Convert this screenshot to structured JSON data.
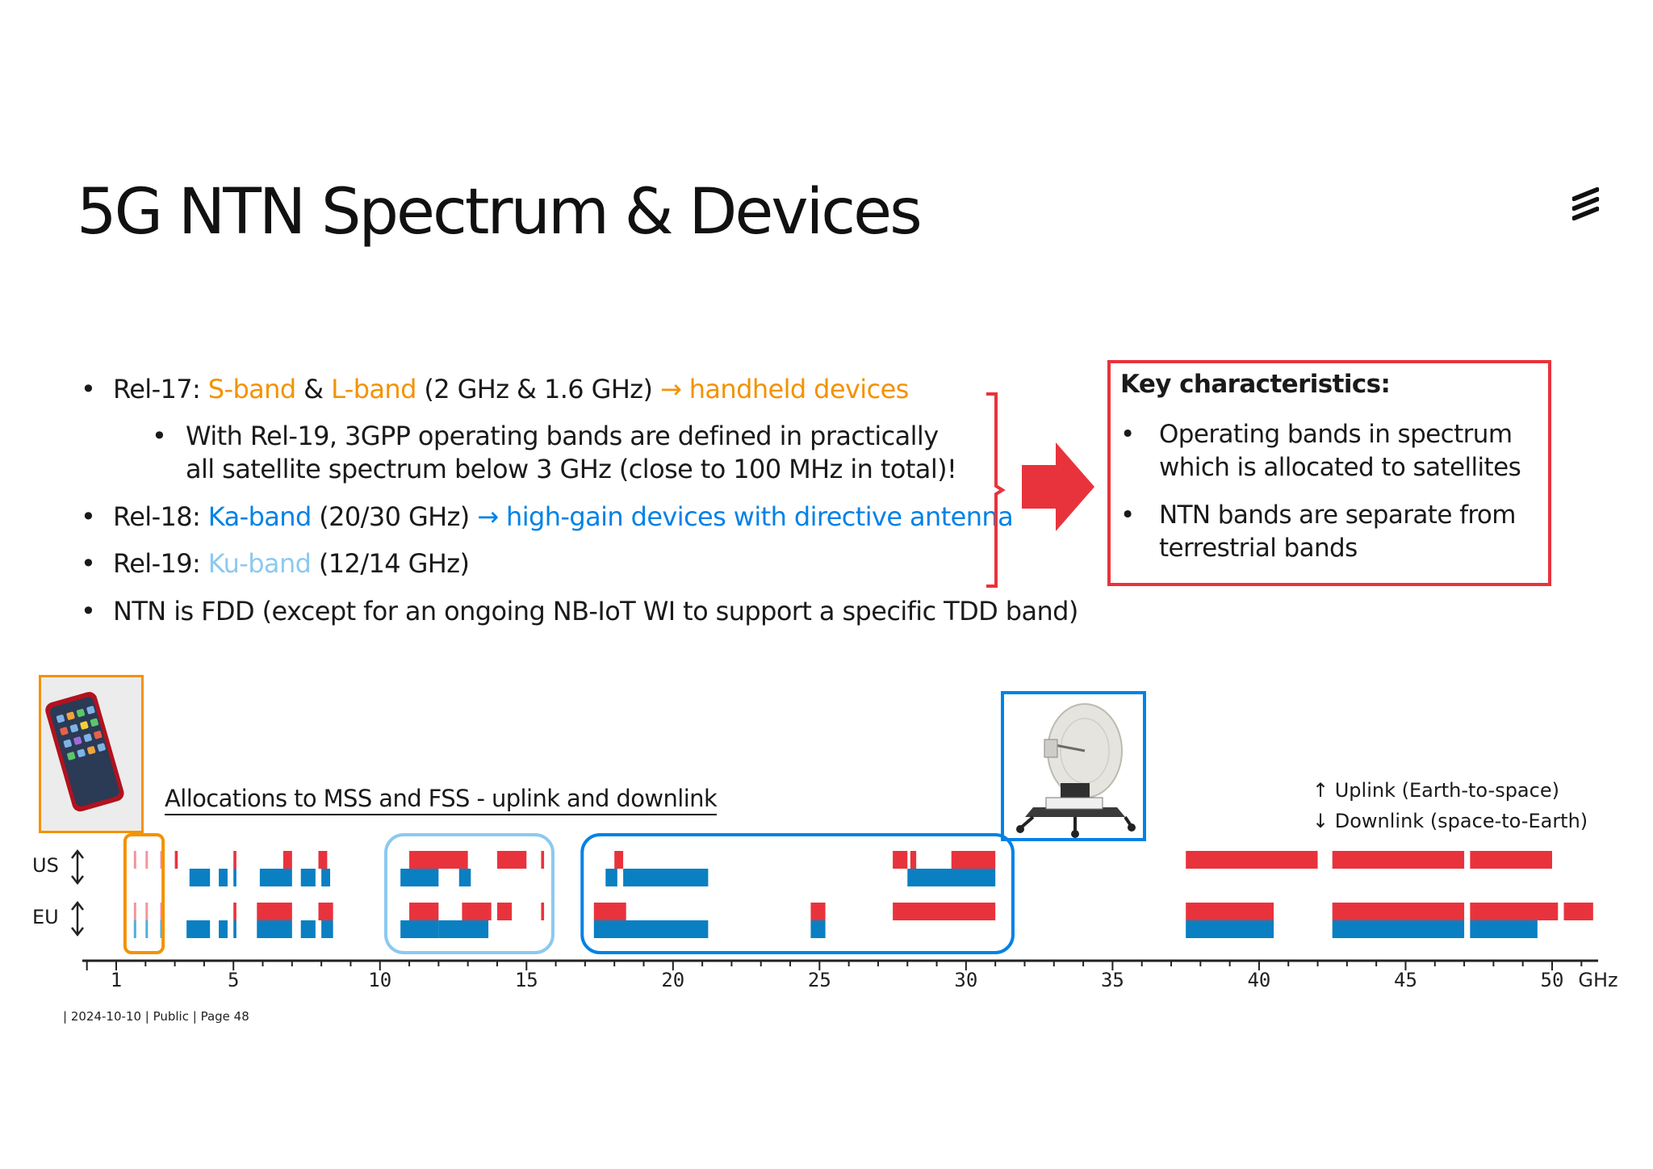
{
  "slide": {
    "title": "5G NTN Spectrum & Devices",
    "footer": "| 2024-10-10 | Public | Page 48"
  },
  "bullets": {
    "b1": {
      "prefix": "Rel-17: ",
      "sband": "S-band",
      "amp": " & ",
      "lband": "L-band",
      "freq": " (2 GHz & 1.6 GHz) ",
      "arrow": "→",
      "devices": " handheld devices"
    },
    "b1_sub_line1": "With Rel-19, 3GPP operating bands are defined in practically",
    "b1_sub_line2": "all satellite spectrum below 3 GHz (close to 100 MHz in total)!",
    "b2": {
      "prefix": "Rel-18: ",
      "band": "Ka-band",
      "freq": " (20/30 GHz) ",
      "arrow": "→",
      "devices": " high-gain devices with directive antenna"
    },
    "b3": {
      "prefix": "Rel-19: ",
      "band": "Ku-band",
      "freq": " (12/14 GHz)"
    },
    "b4": "NTN is FDD (except for an ongoing NB-IoT WI to support a specific TDD band)",
    "bullet_char": "•"
  },
  "key_characteristics": {
    "title": "Key characteristics:",
    "items": [
      {
        "line1": "Operating bands in spectrum",
        "line2": "which is allocated to satellites"
      },
      {
        "line1": "NTN bands are separate from",
        "line2": "terrestrial bands"
      }
    ]
  },
  "allocations": {
    "title": "Allocations to MSS and FSS - uplink and downlink",
    "legend": {
      "uplink": "↑ Uplink (Earth-to-space)",
      "downlink": "↓ Downlink (space-to-Earth)"
    },
    "rows": {
      "us": "US",
      "eu": "EU"
    },
    "axis_unit": "GHz",
    "ticks": [
      "1",
      "5",
      "10",
      "15",
      "20",
      "25",
      "30",
      "35",
      "40",
      "45",
      "50"
    ],
    "colors": {
      "uplink": "#e8333c",
      "downlink": "#0a7fc2",
      "handheld_box": "#f39200",
      "ku_box": "#8cc9f0",
      "ka_box": "#0082e6"
    }
  },
  "chart_data": {
    "type": "bar",
    "title": "Allocations to MSS and FSS - uplink and downlink",
    "xlabel": "GHz",
    "xlim": [
      0,
      51.5
    ],
    "xticks": [
      1,
      5,
      10,
      15,
      20,
      25,
      30,
      35,
      40,
      45,
      50
    ],
    "series": [
      {
        "name": "US",
        "direction": "uplink",
        "bands": [
          [
            1.6,
            1.65
          ],
          [
            2.0,
            2.05
          ],
          [
            2.5,
            2.55
          ],
          [
            3.0,
            3.1
          ],
          [
            5.0,
            5.1
          ],
          [
            6.7,
            7.0
          ],
          [
            7.9,
            8.2
          ],
          [
            11.0,
            13.0
          ],
          [
            14.0,
            15.0
          ],
          [
            15.5,
            15.6
          ],
          [
            18.0,
            18.3
          ],
          [
            27.5,
            28.0
          ],
          [
            28.1,
            28.3
          ],
          [
            29.5,
            31.0
          ],
          [
            37.5,
            42.0
          ],
          [
            42.5,
            47.0
          ],
          [
            47.2,
            50.0
          ]
        ]
      },
      {
        "name": "US",
        "direction": "downlink",
        "bands": [
          [
            3.5,
            4.2
          ],
          [
            4.5,
            4.8
          ],
          [
            5.0,
            5.1
          ],
          [
            5.9,
            7.0
          ],
          [
            7.3,
            7.8
          ],
          [
            8.0,
            8.3
          ],
          [
            10.7,
            12.0
          ],
          [
            12.7,
            13.1
          ],
          [
            17.7,
            18.1
          ],
          [
            18.3,
            21.2
          ],
          [
            28.0,
            31.0
          ]
        ]
      },
      {
        "name": "EU",
        "direction": "uplink",
        "bands": [
          [
            1.6,
            1.65
          ],
          [
            2.0,
            2.05
          ],
          [
            2.5,
            2.55
          ],
          [
            5.0,
            5.1
          ],
          [
            5.8,
            7.0
          ],
          [
            7.9,
            8.4
          ],
          [
            11.0,
            12.0
          ],
          [
            12.8,
            13.8
          ],
          [
            14.0,
            14.5
          ],
          [
            15.5,
            15.6
          ],
          [
            17.3,
            18.4
          ],
          [
            24.7,
            25.2
          ],
          [
            27.5,
            31.0
          ],
          [
            37.5,
            40.5
          ],
          [
            42.5,
            47.0
          ],
          [
            47.2,
            50.2
          ],
          [
            50.4,
            51.4
          ]
        ]
      },
      {
        "name": "EU",
        "direction": "downlink",
        "bands": [
          [
            1.6,
            1.65
          ],
          [
            2.0,
            2.05
          ],
          [
            2.5,
            2.55
          ],
          [
            3.4,
            4.2
          ],
          [
            4.5,
            4.8
          ],
          [
            5.0,
            5.1
          ],
          [
            5.8,
            7.0
          ],
          [
            7.3,
            7.8
          ],
          [
            8.0,
            8.4
          ],
          [
            10.7,
            12.0
          ],
          [
            12.0,
            13.4
          ],
          [
            13.2,
            13.7
          ],
          [
            17.3,
            21.2
          ],
          [
            24.7,
            25.2
          ],
          [
            37.5,
            40.5
          ],
          [
            42.5,
            47.0
          ],
          [
            47.2,
            49.5
          ],
          [
            47.5,
            47.8
          ],
          [
            48.6,
            48.9
          ]
        ]
      }
    ]
  }
}
